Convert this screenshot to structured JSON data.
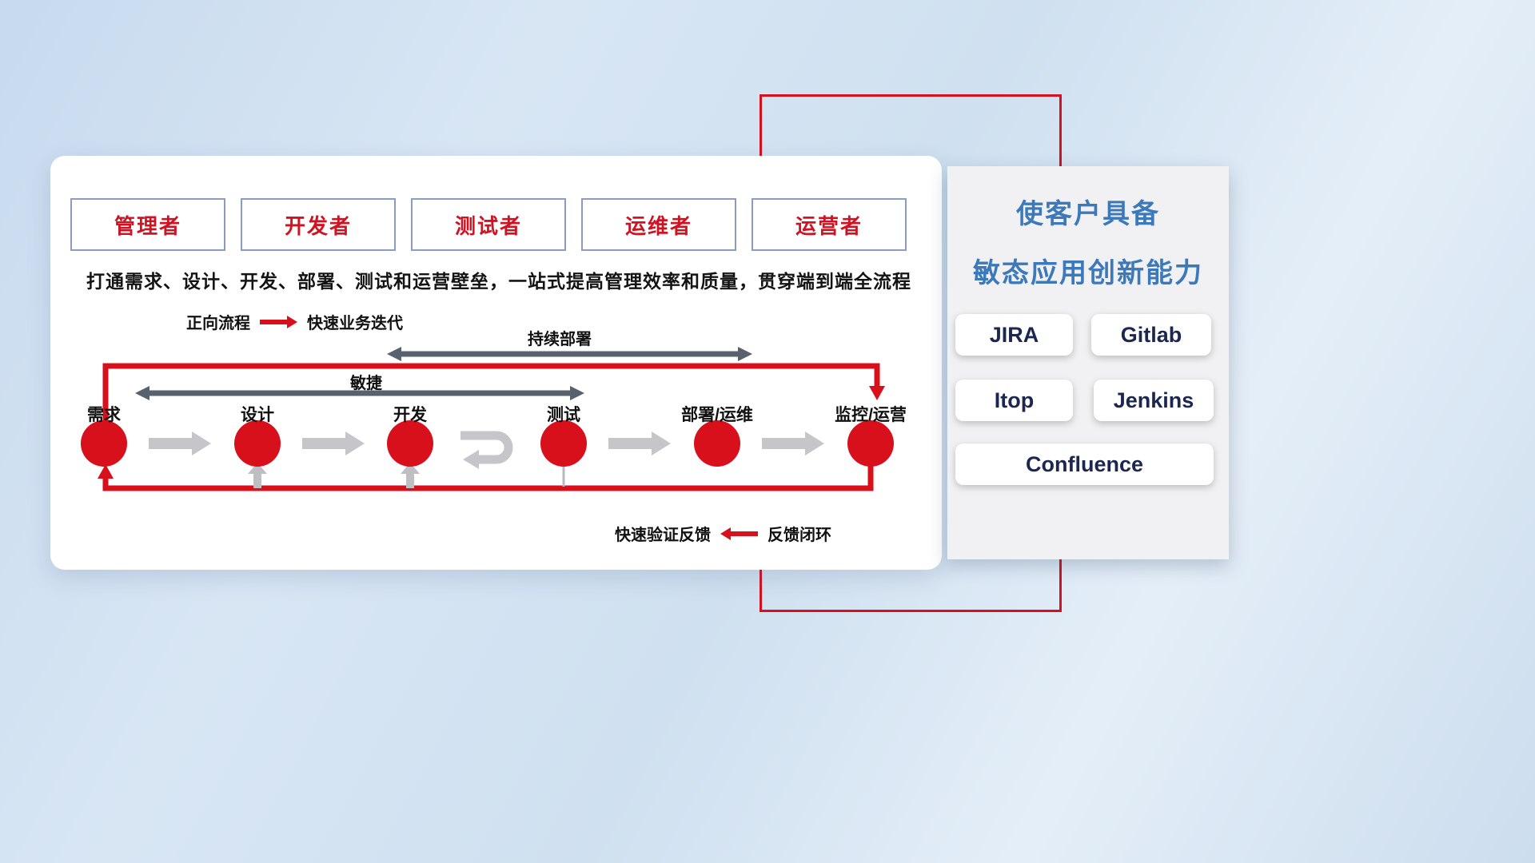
{
  "roles": [
    "管理者",
    "开发者",
    "测试者",
    "运维者",
    "运营者"
  ],
  "subtitle": "打通需求、设计、开发、部署、测试和运营壁垒，一站式提高管理效率和质量，贯穿端到端全流程",
  "legend_forward": {
    "label": "正向流程",
    "desc": "快速业务迭代"
  },
  "legend_feedback": {
    "desc": "快速验证反馈",
    "label": "反馈闭环"
  },
  "flow": {
    "stages": [
      "需求",
      "设计",
      "开发",
      "测试",
      "部署/运维",
      "监控/运营"
    ],
    "agile_label": "敏捷",
    "continuous_deploy_label": "持续部署"
  },
  "right_panel": {
    "title_line1": "使客户具备",
    "title_line2": "敏态应用创新能力",
    "tools": [
      "JIRA",
      "Gitlab",
      "Itop",
      "Jenkins",
      "Confluence"
    ]
  },
  "colors": {
    "accent_red": "#d8101c",
    "frame_red": "#d5101f",
    "title_blue": "#3c79bb",
    "role_text_red": "#cf1322",
    "dark_arrow": "#59616f",
    "light_arrow": "#c6c6ca",
    "panel_bg": "#f1f1f4"
  }
}
